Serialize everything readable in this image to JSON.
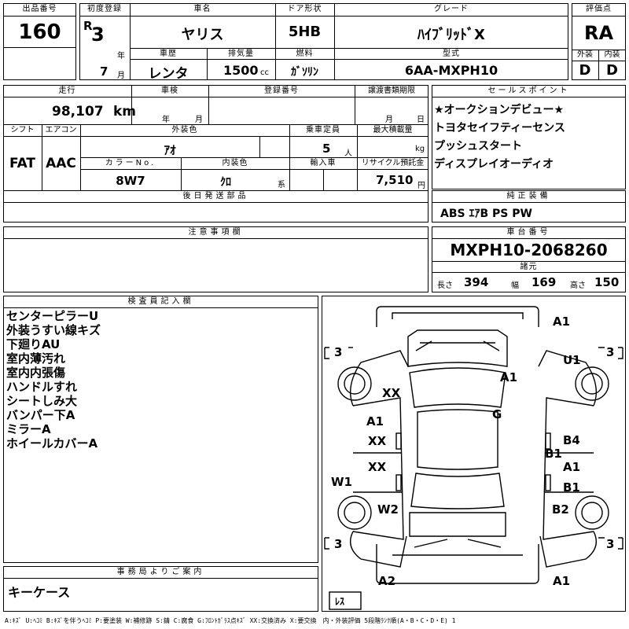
{
  "header": {
    "lot_label": "出品番号",
    "lot_value": "160",
    "first_reg_label": "初度登録",
    "era": "R",
    "year_value": "3",
    "year_unit": "年",
    "month_value": "7",
    "month_unit": "月",
    "name_label": "車名",
    "name_value": "ヤリス",
    "door_label": "ドア形状",
    "door_value": "5HB",
    "grade_label": "グレード",
    "grade_value": "ﾊｲﾌﾞﾘｯﾄﾞX",
    "score_label": "評価点",
    "score_value": "RA",
    "history_label": "車歴",
    "history_value": "レンタ",
    "displacement_label": "排気量",
    "displacement_value": "1500",
    "displacement_unit": "cc",
    "fuel_label": "燃料",
    "fuel_value": "ｶﾞｿﾘﾝ",
    "model_label": "型式",
    "model_value": "6AA-MXPH10",
    "ext_label": "外装",
    "ext_value": "D",
    "int_label": "内装",
    "int_value": "D"
  },
  "spec": {
    "mileage_label": "走行",
    "mileage_value": "98,107",
    "mileage_unit": "km",
    "inspection_label": "車検",
    "year_unit": "年",
    "month_unit": "月",
    "reg_label": "登録番号",
    "transfer_label": "譲渡書類期限",
    "transfer_month_unit": "月",
    "transfer_day_unit": "日",
    "shift_label": "シフト",
    "shift_value": "FAT",
    "ac_label": "エアコン",
    "ac_value": "AAC",
    "color_label": "外装色",
    "color_value": "ｱｵ",
    "capacity_label": "乗車定員",
    "capacity_value": "5",
    "capacity_unit": "人",
    "load_label": "最大積載量",
    "load_unit": "kg",
    "color_no_label": "カラーNo.",
    "color_no_value": "8W7",
    "int_color_label": "内装色",
    "int_color_value": "ｸﾛ",
    "int_color_unit": "系",
    "import_label": "輸入車",
    "recycle_label": "リサイクル預託金",
    "recycle_value": "7,510",
    "recycle_unit": "円",
    "later_label": "後日発送部品"
  },
  "sales": {
    "label": "セールスポイント",
    "items": [
      "★オークションデビュー★",
      "トヨタセイフティーセンス",
      "プッシュスタート",
      "ディスプレイオーディオ"
    ]
  },
  "equipment": {
    "label": "純正装備",
    "value": "ABS ｴｱB PS PW"
  },
  "notes": {
    "label": "注意事項欄"
  },
  "chassis": {
    "label": "車台番号",
    "value": "MXPH10-2068260",
    "dims_label": "諸元",
    "length_label": "長さ",
    "length_value": "394",
    "width_label": "幅",
    "width_value": "169",
    "height_label": "高さ",
    "height_value": "150"
  },
  "inspector": {
    "label": "検査員記入欄",
    "items": [
      "センターピラーU",
      "外装うすい線キズ",
      "下廻りAU",
      "室内薄汚れ",
      "室内内張傷",
      "ハンドルすれ",
      "シートしみ大",
      "バンパー下A",
      "ミラーA",
      "ホイールカバーA"
    ]
  },
  "office": {
    "label": "事務局よりご案内",
    "value": "キーケース"
  },
  "diagram": {
    "marks": [
      "A1",
      "U1",
      "XX",
      "A1",
      "G",
      "A1",
      "XX",
      "XX",
      "B4",
      "B1",
      "A1",
      "B1",
      "W1",
      "W2",
      "B2",
      "A2",
      "A1"
    ],
    "tires": [
      "3",
      "3",
      "3",
      "3"
    ],
    "spare": "ﾚｽ"
  },
  "legend": "A:ｷｽﾞ U:ﾍｺﾐ B:ｷｽﾞを伴うﾍｺﾐ P:要塗装 W:補修跡 S:錆 C:腐食 G:ﾌﾛﾝﾄｶﾞﾗｽ点ｷｽﾞ XX:交換済み X:要交換　内・外装評価 5段階ﾗﾝｸ順(A・B・C・D・E) 1"
}
